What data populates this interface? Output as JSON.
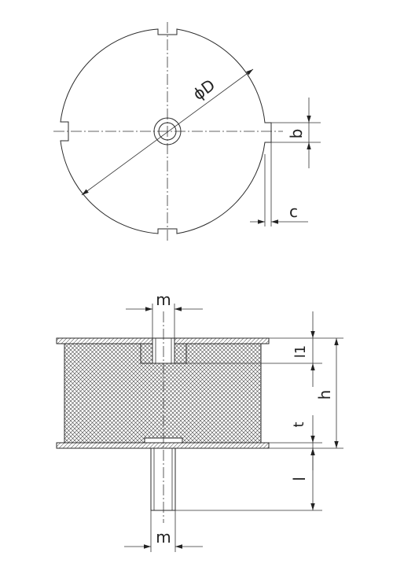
{
  "top_view": {
    "diameter_label": "ϕD",
    "notch_width_label": "b",
    "notch_depth_label": "c"
  },
  "side_view": {
    "thread_top_label": "m",
    "thread_bottom_label": "m",
    "insert_depth_label": "l1",
    "height_label": "h",
    "plate_thickness_label": "t",
    "stud_length_label": "l"
  }
}
